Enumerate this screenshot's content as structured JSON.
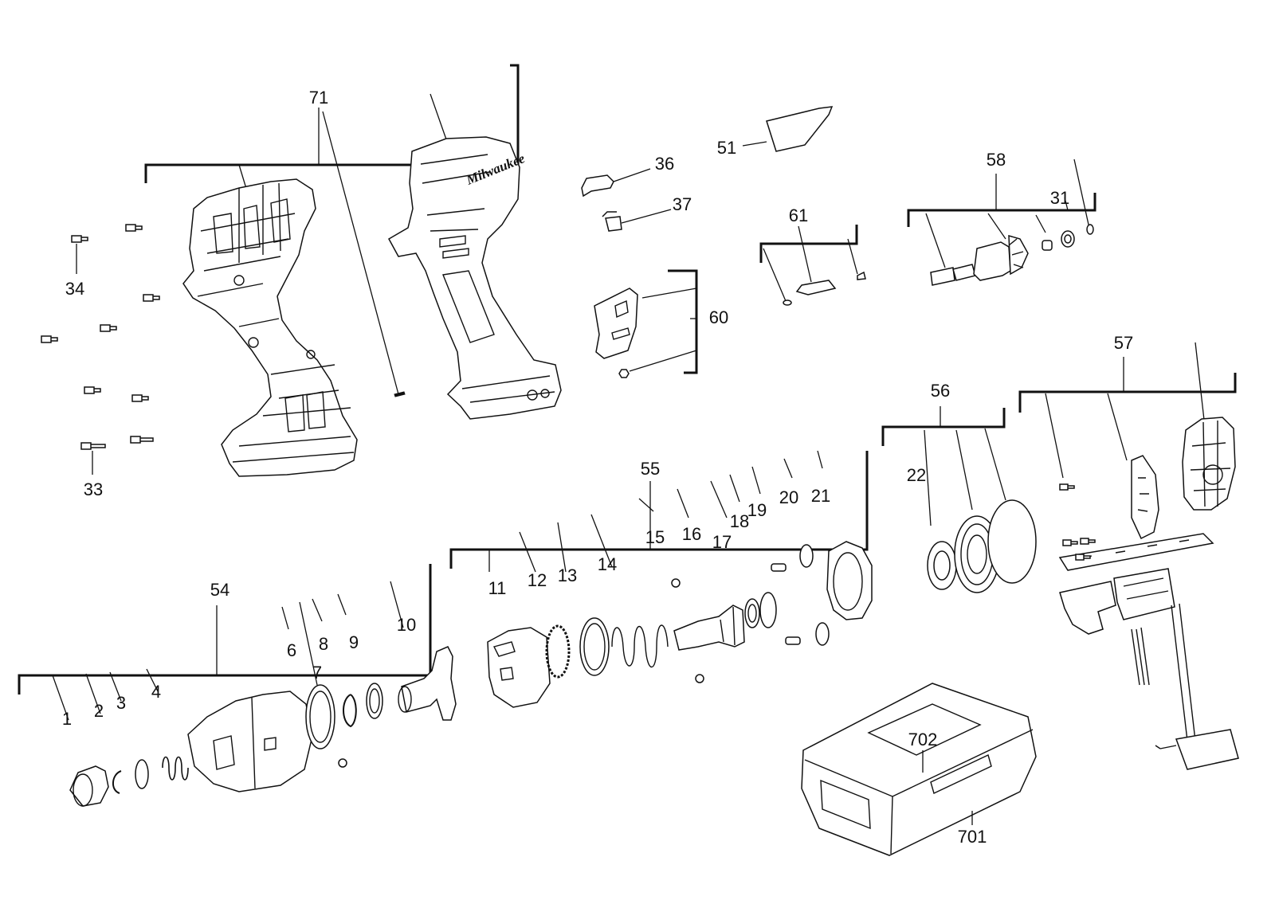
{
  "diagram": {
    "type": "exploded-parts-diagram",
    "brand_logo_text": "Milwaukee",
    "line_color": "#111111",
    "background": "#ffffff",
    "callouts": {
      "p1": "1",
      "p2": "2",
      "p3": "3",
      "p4": "4",
      "p6": "6",
      "p7": "7",
      "p8": "8",
      "p9": "9",
      "p10": "10",
      "p11": "11",
      "p12": "12",
      "p13": "13",
      "p14": "14",
      "p15": "15",
      "p16": "16",
      "p17": "17",
      "p18": "18",
      "p19": "19",
      "p20": "20",
      "p21": "21",
      "p22": "22",
      "p31": "31",
      "p33": "33",
      "p34": "34",
      "p36": "36",
      "p37": "37",
      "p51": "51",
      "p54": "54",
      "p55": "55",
      "p56": "56",
      "p57": "57",
      "p58": "58",
      "p60": "60",
      "p61": "61",
      "p71": "71",
      "p701": "701",
      "p702": "702"
    }
  }
}
